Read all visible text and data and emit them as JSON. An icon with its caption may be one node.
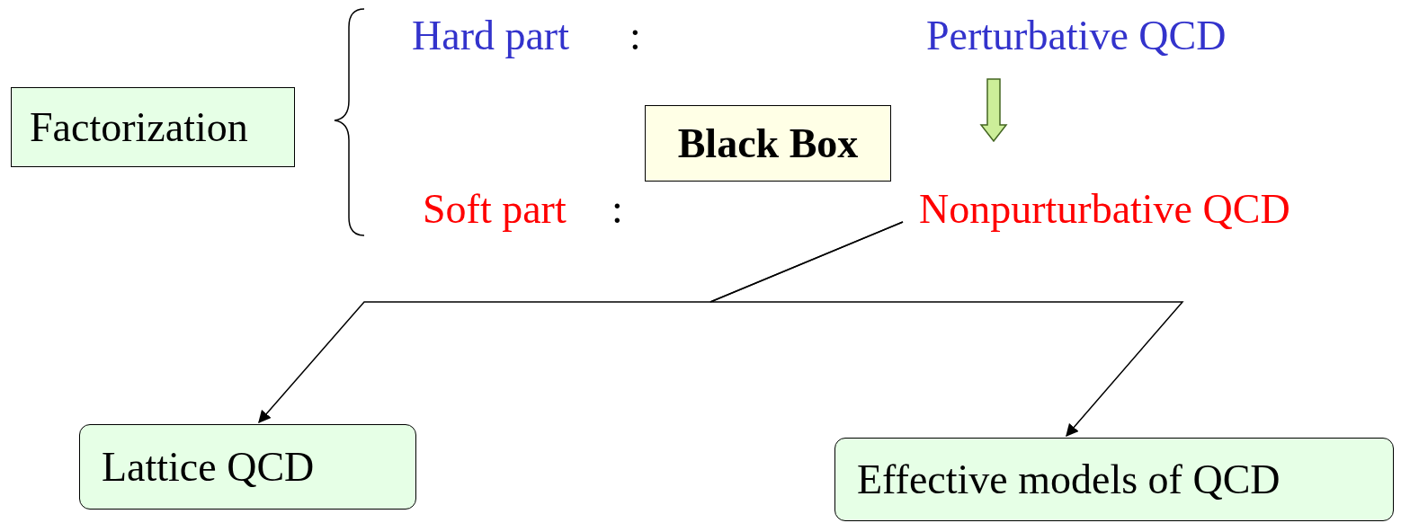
{
  "diagram": {
    "nodes": [
      {
        "text": [
          "Factorization"
        ]
      },
      {
        "text": [
          "Black Box"
        ]
      },
      {
        "text": [
          "Perturbative QCD"
        ]
      },
      {
        "text": [
          "Nonpurturbative QCD"
        ]
      },
      {
        "text": [
          "Lattice QCD"
        ]
      },
      {
        "text": [
          "Effective models of QCD"
        ]
      }
    ],
    "edges": [
      {
        "from": 2,
        "to": 3,
        "arrow": "to",
        "style": "thick",
        "color": "#ccee99"
      },
      {
        "from": 3,
        "to": 4,
        "arrow": "to"
      },
      {
        "from": 3,
        "to": 5,
        "arrow": "to"
      }
    ],
    "labels": [
      "Hard part",
      ":",
      "Soft part",
      ":"
    ]
  }
}
